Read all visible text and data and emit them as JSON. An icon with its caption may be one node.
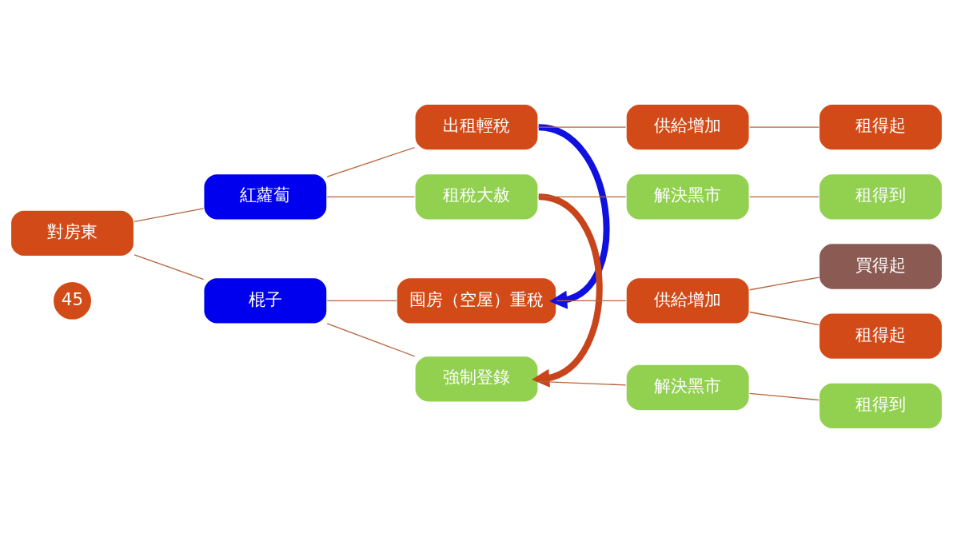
{
  "diagram": {
    "nodes": [
      {
        "text": [
          "對房東"
        ]
      },
      {
        "text": [
          "紅蘿蔔"
        ]
      },
      {
        "text": [
          "棍子"
        ]
      },
      {
        "text": [
          "出租輕稅"
        ]
      },
      {
        "text": [
          "租稅大赦"
        ]
      },
      {
        "text": [
          "囤房（空屋）重稅"
        ]
      },
      {
        "text": [
          "強制登錄"
        ]
      },
      {
        "text": [
          "供給增加"
        ]
      },
      {
        "text": [
          "解決黑市"
        ]
      },
      {
        "text": [
          "供給增加"
        ]
      },
      {
        "text": [
          "解決黑市"
        ]
      },
      {
        "text": [
          "租得起"
        ]
      },
      {
        "text": [
          "租得到"
        ]
      },
      {
        "text": [
          "買得起"
        ]
      },
      {
        "text": [
          "租得起"
        ]
      },
      {
        "text": [
          "租得到"
        ]
      }
    ],
    "edges": [
      {
        "from": 0,
        "to": 1,
        "arrow": "none"
      },
      {
        "from": 0,
        "to": 2,
        "arrow": "none"
      },
      {
        "from": 1,
        "to": 3,
        "arrow": "none"
      },
      {
        "from": 1,
        "to": 4,
        "arrow": "none"
      },
      {
        "from": 2,
        "to": 5,
        "arrow": "none"
      },
      {
        "from": 2,
        "to": 6,
        "arrow": "none"
      },
      {
        "from": 3,
        "to": 7,
        "arrow": "none"
      },
      {
        "from": 4,
        "to": 8,
        "arrow": "none"
      },
      {
        "from": 5,
        "to": 9,
        "arrow": "none"
      },
      {
        "from": 6,
        "to": 10,
        "arrow": "none"
      },
      {
        "from": 7,
        "to": 11,
        "arrow": "none"
      },
      {
        "from": 8,
        "to": 12,
        "arrow": "none"
      },
      {
        "from": 9,
        "to": 13,
        "arrow": "none"
      },
      {
        "from": 9,
        "to": 14,
        "arrow": "none"
      },
      {
        "from": 10,
        "to": 15,
        "arrow": "none"
      },
      {
        "from": 3,
        "to": 5,
        "arrow": "to",
        "style": "thick",
        "color": "#1010e0"
      },
      {
        "from": 4,
        "to": 6,
        "arrow": "to",
        "style": "thick",
        "color": "#c8441a"
      }
    ],
    "labels": [
      "45"
    ]
  }
}
